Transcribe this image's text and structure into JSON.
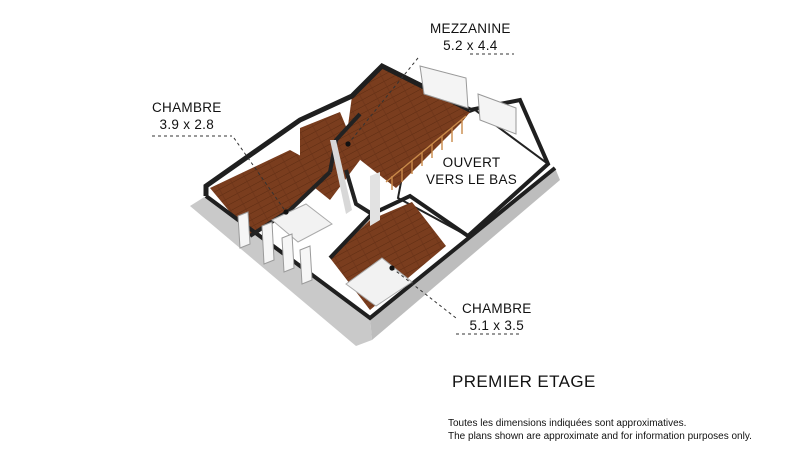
{
  "rooms": [
    {
      "name": "MEZZANINE",
      "dims": "5.2 x 4.4"
    },
    {
      "name": "CHAMBRE",
      "dims": "3.9 x 2.8"
    },
    {
      "name": "CHAMBRE",
      "dims": "5.1 x 3.5"
    }
  ],
  "open_area": {
    "line1": "OUVERT",
    "line2": "VERS LE BAS"
  },
  "floor_title": "PREMIER ETAGE",
  "disclaimer": {
    "fr": "Toutes les dimensions indiquées sont approximatives.",
    "en": "The plans shown are approximate and for information purposes only."
  },
  "colors": {
    "wood_floor": "#7a3d1e",
    "wall_top": "#222222",
    "wall_side": "#cfcfcf",
    "open_area": "#ffffff"
  }
}
